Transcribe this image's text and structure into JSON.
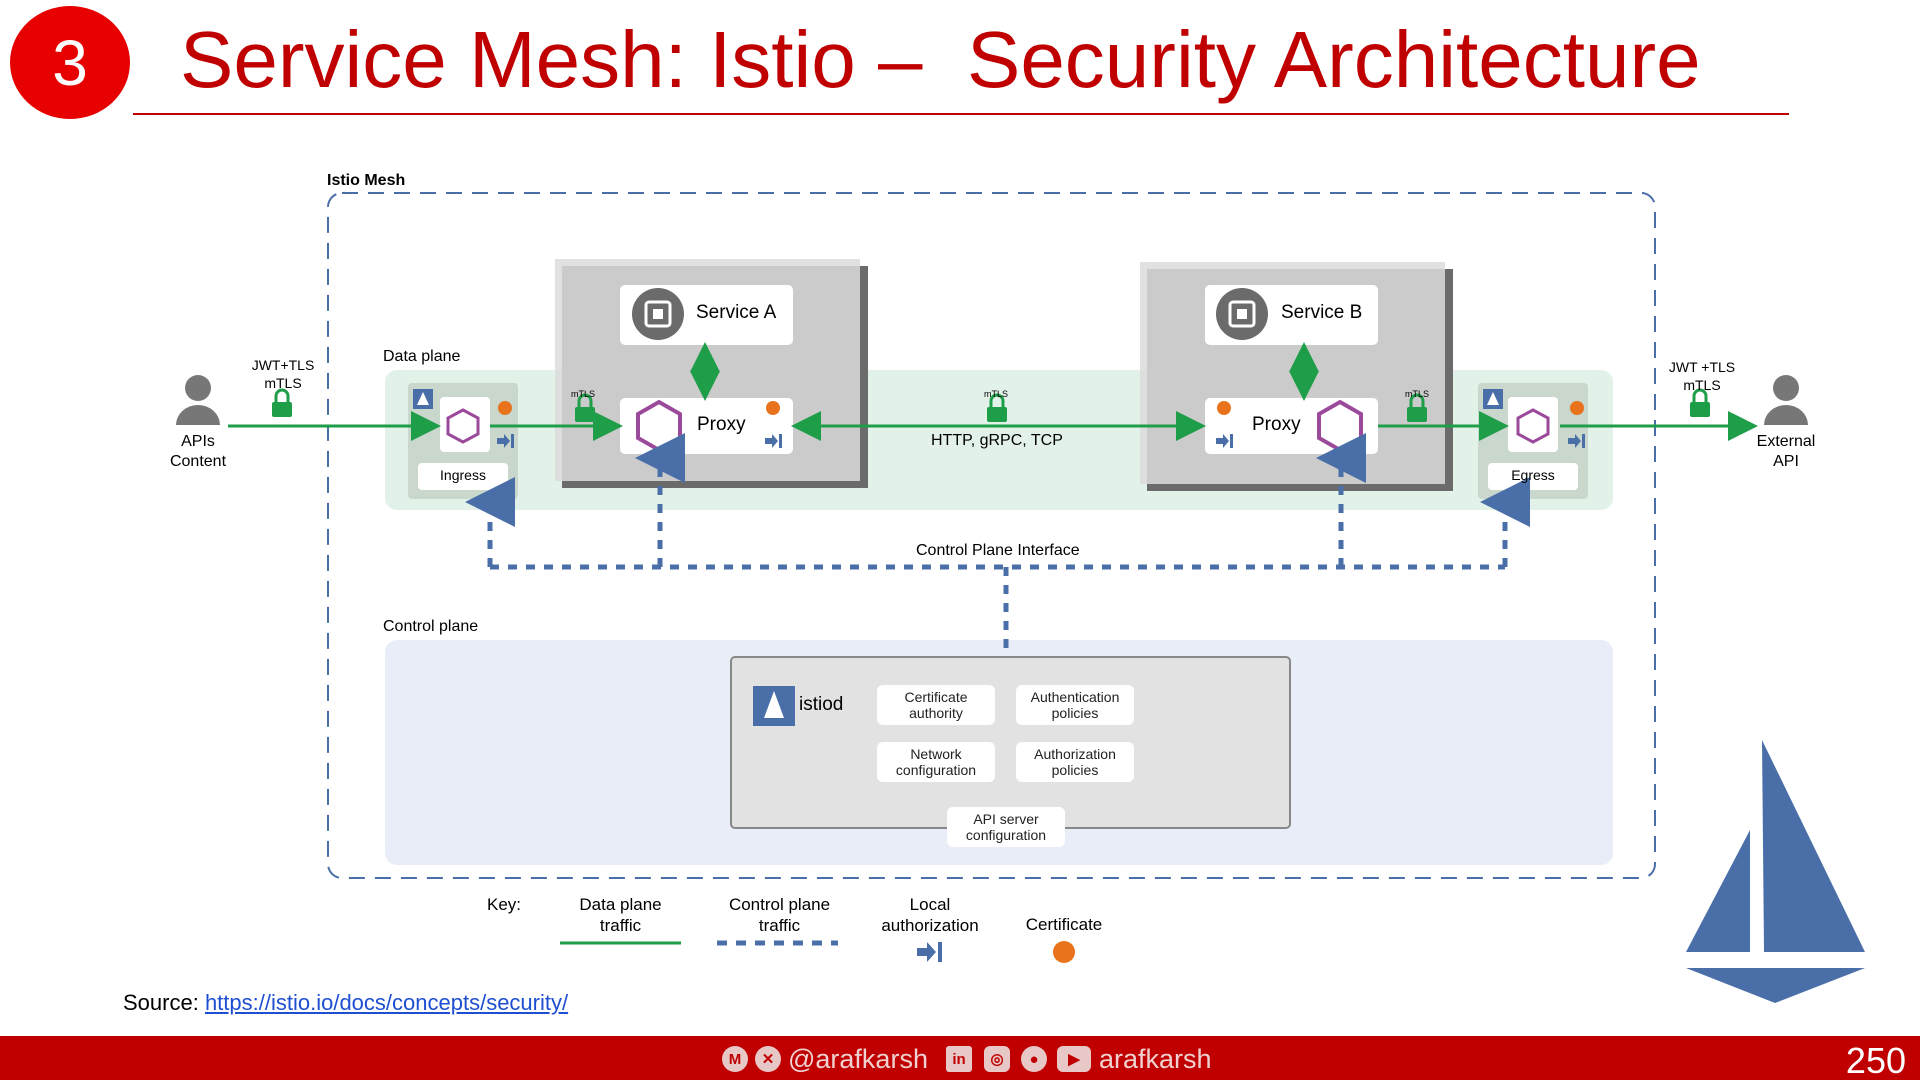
{
  "slide": {
    "number": "3",
    "title": "Service Mesh: Istio –  Security Architecture",
    "page_number": "250"
  },
  "diagram": {
    "mesh_label": "Istio Mesh",
    "data_plane_label": "Data plane",
    "control_plane_label": "Control plane",
    "control_plane_interface_label": "Control Plane Interface",
    "service_a": "Service A",
    "service_b": "Service B",
    "proxy_label": "Proxy",
    "ingress_label": "Ingress",
    "egress_label": "Egress",
    "client_label": "APIs\nContent",
    "external_label": "External\nAPI",
    "left_security": "JWT+TLS\nmTLS",
    "right_security": "JWT +TLS\nmTLS",
    "mtls_label": "mTLS",
    "traffic_label": "HTTP, gRPC, TCP",
    "istiod_label": "istiod",
    "istiod_items": {
      "cert_authority": "Certificate\nauthority",
      "auth_policies": "Authentication\npolicies",
      "network_config": "Network\nconfiguration",
      "authz_policies": "Authorization\npolicies",
      "api_server_config": "API server\nconfiguration"
    }
  },
  "key": {
    "title": "Key:",
    "data_plane": "Data plane\ntraffic",
    "control_plane": "Control plane\ntraffic",
    "local_auth": "Local\nauthorization",
    "certificate": "Certificate"
  },
  "source": {
    "prefix": "Source: ",
    "link": "https://istio.io/docs/concepts/security/"
  },
  "footer": {
    "handle": "@arafkarsh",
    "name": "arafkarsh"
  },
  "colors": {
    "accent_red": "#c00000",
    "badge_red": "#e60000",
    "data_plane_green": "#1f9e4a",
    "control_plane_blue": "#4a6fa8",
    "proxy_purple": "#9b4a9b",
    "cert_orange": "#e8731c"
  },
  "icons": [
    "person-icon",
    "lock-icon",
    "chip-icon",
    "hexagon-icon",
    "sail-icon",
    "certificate-icon",
    "authorization-icon",
    "medium-icon",
    "x-icon",
    "linkedin-icon",
    "instagram-icon",
    "github-icon",
    "youtube-icon"
  ]
}
